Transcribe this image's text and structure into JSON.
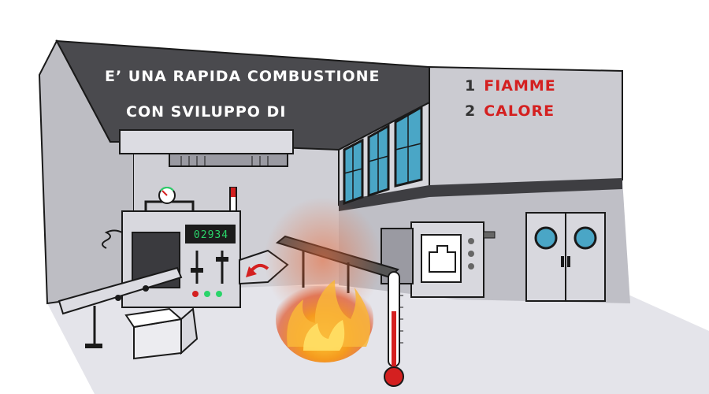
{
  "caption": {
    "line1": "E’ UNA RAPIDA COMBUSTIONE",
    "line2": "CON SVILUPPO DI"
  },
  "list": [
    {
      "number": "1",
      "label": "FIAMME"
    },
    {
      "number": "2",
      "label": "CALORE"
    }
  ],
  "machine": {
    "display_value": "02934"
  },
  "colors": {
    "ceiling": "#4a4a4e",
    "wall": "#c9c9cf",
    "floor": "#e4e4ea",
    "accent_red": "#d42020",
    "display_green": "#2ad46a",
    "window_blue": "#4aa6c6"
  },
  "icons": [
    "fire-icon",
    "thermometer-icon",
    "gauge-icon",
    "arrow-icon"
  ]
}
